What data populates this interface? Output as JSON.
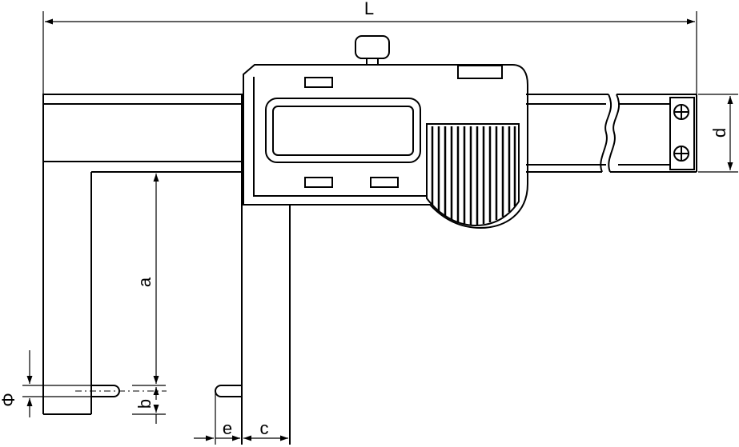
{
  "diagram": {
    "dimension_labels": {
      "overall_length": "L",
      "jaw_depth": "a",
      "tip_offset": "b",
      "fixed_jaw_width": "c",
      "beam_height": "d",
      "tip_gap": "e",
      "tip_diameter": "Φ"
    },
    "colors": {
      "line": "#000000",
      "background": "#ffffff"
    }
  }
}
